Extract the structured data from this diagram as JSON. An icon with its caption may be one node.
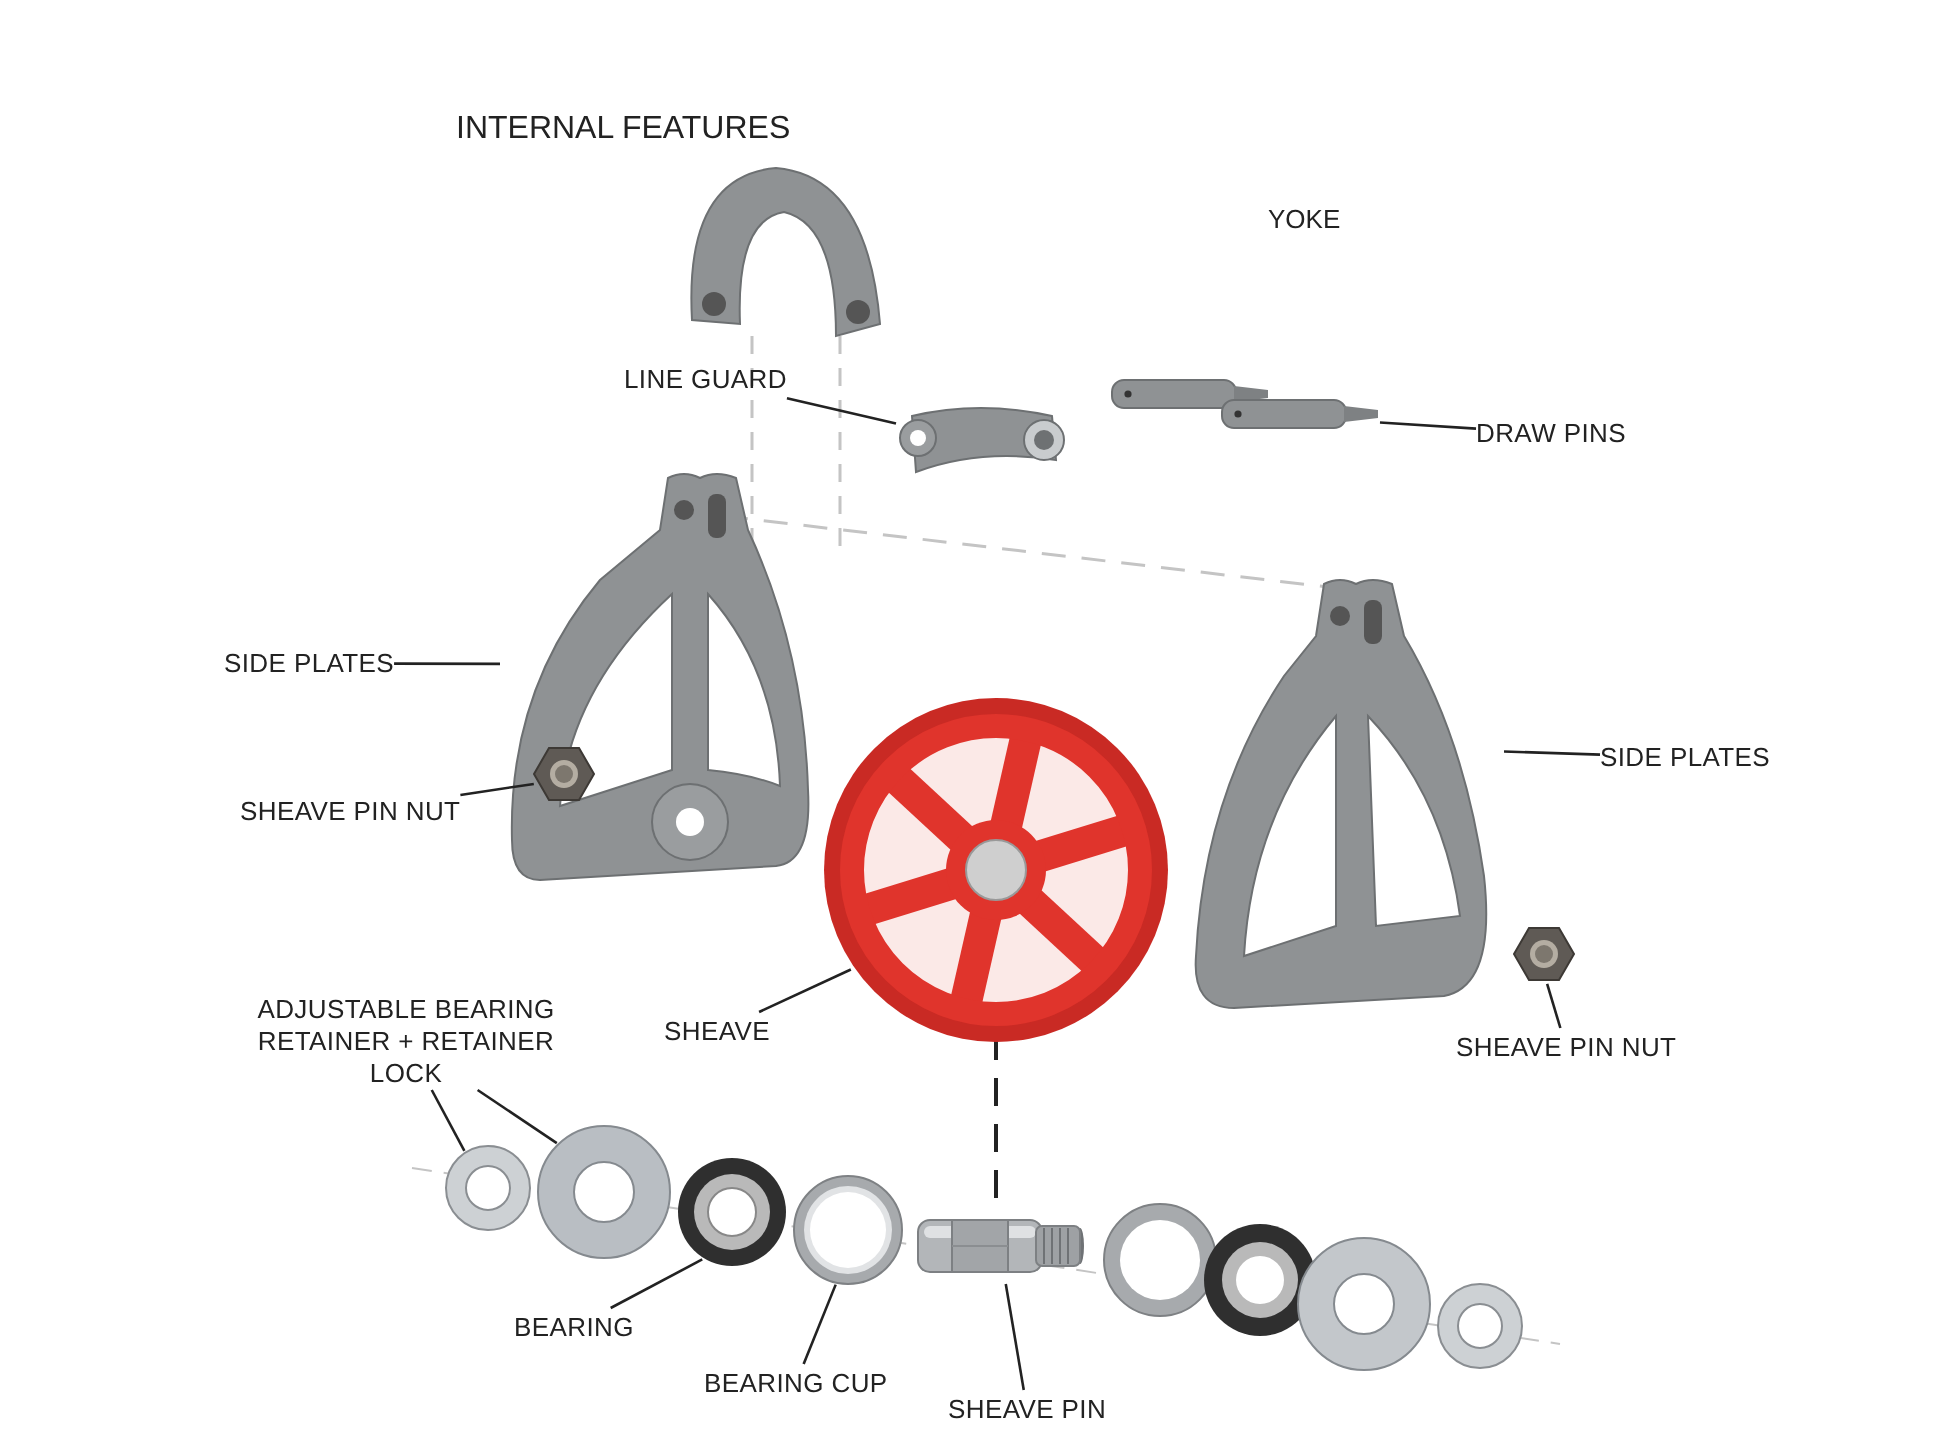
{
  "diagram": {
    "title": "INTERNAL FEATURES",
    "nodes": [
      {
        "text": [
          "LINE GUARD"
        ]
      },
      {
        "text": [],
        "shape": "picture"
      },
      {
        "text": [
          "DRAW PINS"
        ]
      },
      {
        "text": [],
        "shape": "picture"
      },
      {
        "text": [
          "SIDE PLATES"
        ]
      },
      {
        "text": [],
        "shape": "picture"
      },
      {
        "text": [
          "SHEAVE PIN NUT"
        ]
      },
      {
        "text": [],
        "shape": "picture",
        "in": 5
      },
      {
        "text": [
          "SIDE PLATES"
        ]
      },
      {
        "text": [],
        "shape": "picture"
      },
      {
        "text": [
          "SHEAVE"
        ]
      },
      {
        "text": [],
        "shape": "picture"
      },
      {
        "text": [
          "SHEAVE PIN NUT"
        ]
      },
      {
        "text": [],
        "shape": "picture"
      },
      {
        "text": [
          "ADJUSTABLE BEARING RETAINER + RETAINER LOCK"
        ]
      },
      {
        "text": [],
        "shape": "picture"
      },
      {
        "text": [],
        "shape": "picture"
      },
      {
        "text": [
          "BEARING"
        ]
      },
      {
        "text": [],
        "shape": "picture"
      },
      {
        "text": [
          "BEARING CUP"
        ]
      },
      {
        "text": [],
        "shape": "picture"
      },
      {
        "text": [
          "SHEAVE PIN"
        ]
      },
      {
        "text": [],
        "shape": "picture"
      }
    ],
    "edges": [
      {
        "from": 0,
        "to": 1,
        "arrow": "none"
      },
      {
        "from": 2,
        "to": 3,
        "arrow": "none"
      },
      {
        "from": 4,
        "to": 5,
        "arrow": "none"
      },
      {
        "from": 6,
        "to": 7,
        "arrow": "none"
      },
      {
        "from": 8,
        "to": 9,
        "arrow": "none"
      },
      {
        "from": 10,
        "to": 11,
        "arrow": "none"
      },
      {
        "from": 12,
        "to": 13,
        "arrow": "none"
      },
      {
        "from": 14,
        "to": 15,
        "arrow": "none"
      },
      {
        "from": 14,
        "to": 16,
        "arrow": "none"
      },
      {
        "from": 17,
        "to": 18,
        "arrow": "none"
      },
      {
        "from": 19,
        "to": 20,
        "arrow": "none"
      },
      {
        "from": 21,
        "to": 22,
        "arrow": "none"
      }
    ],
    "labels": [
      "YOKE"
    ]
  }
}
